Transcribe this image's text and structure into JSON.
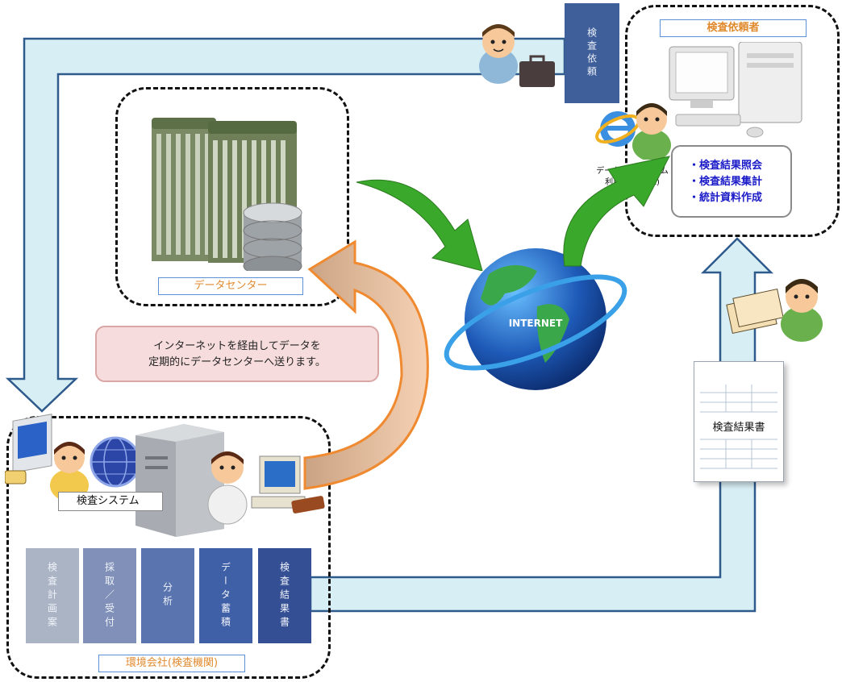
{
  "labels": {
    "inspection_requester": "検査依頼者",
    "data_center": "データセンター",
    "environment_company": "環境会社(検査機関)",
    "inspection_system": "検査システム",
    "inspection_request": "検査依頼",
    "internet": "INTERNET",
    "public_system_user_line1": "データ公開システム",
    "public_system_user_line2": "利用者(お客様)",
    "report": "検査結果書",
    "note_line1": "インターネットを経由してデータを",
    "note_line2": "定期的にデータセンターへ送ります。"
  },
  "services": [
    "・検査結果照会",
    "・検査結果集計",
    "・統計資料作成"
  ],
  "process_steps": [
    "検査計画案",
    "採取／受付",
    "分析",
    "データ蓄積",
    "検査結果書"
  ],
  "colors": {
    "flow_fill": "#d7eef4",
    "flow_stroke": "#2e5a8c",
    "accent_orange": "#e08a2e",
    "service_text": "#1a1ac8",
    "green_arrow": "#3aa82a",
    "note_bg": "#f6dcdc"
  }
}
